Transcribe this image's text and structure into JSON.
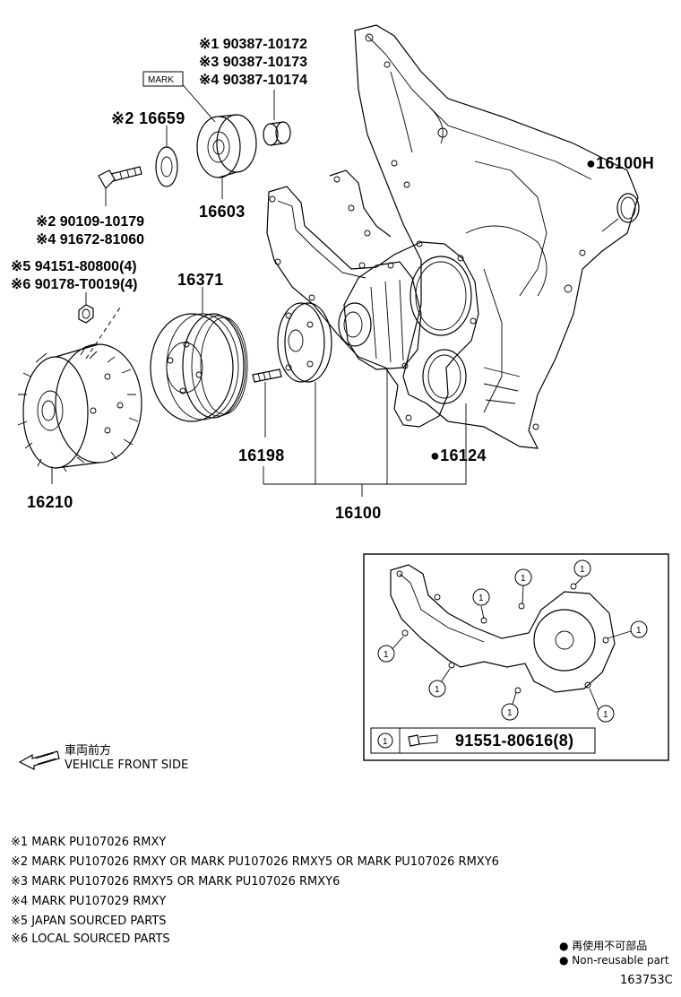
{
  "callouts": {
    "cap_90387": [
      "※1 90387-10172",
      "※3 90387-10173",
      "※4 90387-10174"
    ],
    "mark_label": "MARK",
    "p16659": "※2 16659",
    "p16603": "16603",
    "p16100H": "●16100H",
    "bolt_90109": [
      "※2 90109-10179",
      "※4 91672-81060"
    ],
    "nut_94151": [
      "※5 94151-80800(4)",
      "※6 90178-T0019(4)"
    ],
    "p16371": "16371",
    "p16198": "16198",
    "p16124": "●16124",
    "p16210": "16210",
    "p16100": "16100"
  },
  "inset": {
    "circle_number": "1",
    "legend_part": "91551-80616(8)"
  },
  "direction": {
    "jp": "車両前方",
    "en": "VEHICLE FRONT SIDE"
  },
  "notes": [
    "※1 MARK PU107026 RMXY",
    "※2 MARK PU107026 RMXY OR MARK PU107026 RMXY5 OR MARK PU107026 RMXY6",
    "※3 MARK PU107026 RMXY5 OR MARK PU107026 RMXY6",
    "※4 MARK PU107029 RMXY",
    "※5 JAPAN SOURCED PARTS",
    "※6 LOCAL SOURCED PARTS"
  ],
  "legend": {
    "jp": "● 再使用不可部品",
    "en": "● Non-reusable part"
  },
  "figure_id": "163753C"
}
